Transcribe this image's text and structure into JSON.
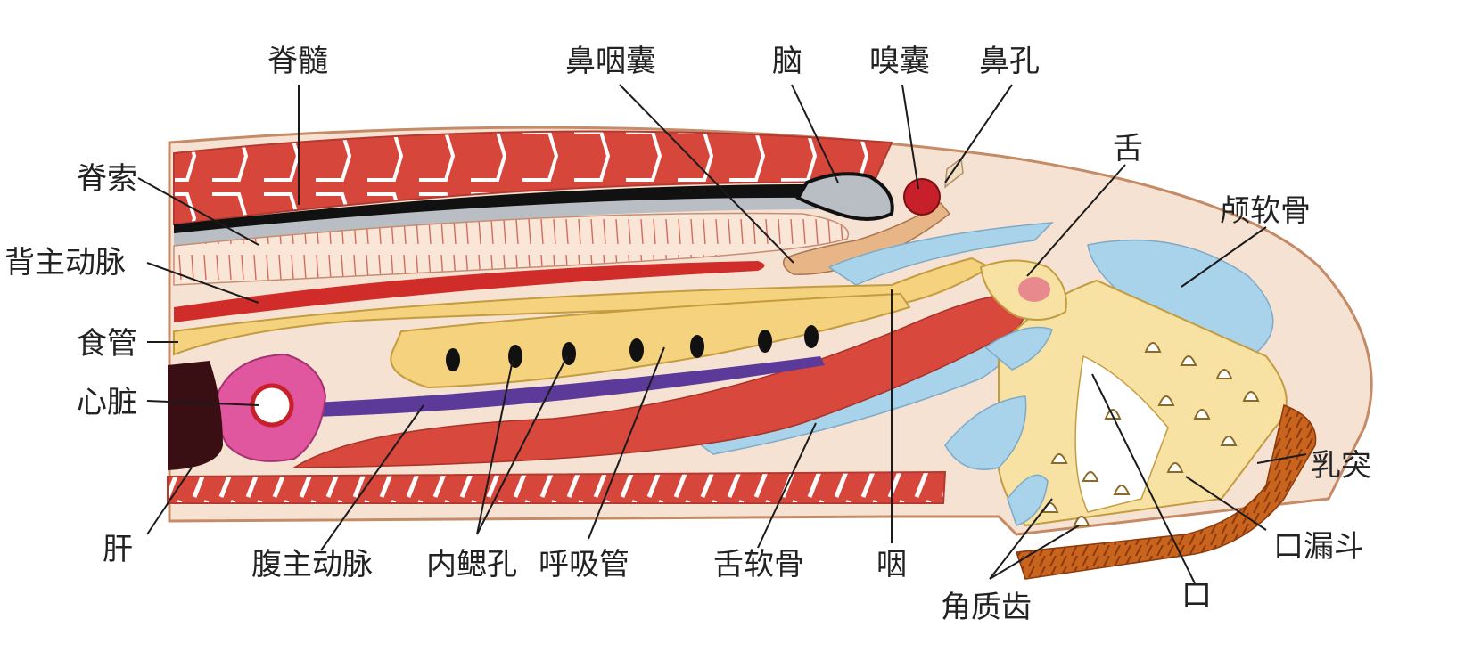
{
  "colors": {
    "muscle": "#d8483c",
    "skin": "#f7dcc6",
    "cartilage": "#a9d3ea",
    "pharynx": "#f4d27e",
    "artery": "#cf2c2a",
    "ventral_aorta": "#5b3a9a",
    "heart": "#e0579f",
    "liver": "#3a0f14",
    "nerve_cord": "#b9bec4",
    "teeth_zone": "#f7e1a3",
    "papillae": "#c8641e"
  },
  "labels": {
    "spinal_cord": "脊髓",
    "notochord": "脊索",
    "dorsal_aorta": "背主动脉",
    "esophagus": "食管",
    "heart": "心脏",
    "liver": "肝",
    "ventral_aorta": "腹主动脉",
    "internal_gill_pores": "内鳃孔",
    "respiratory_tube": "呼吸管",
    "tongue_cartilage": "舌软骨",
    "pharynx": "咽",
    "horny_teeth": "角质齿",
    "mouth": "口",
    "oral_funnel": "口漏斗",
    "papillae": "乳突",
    "cranial_cartilage": "颅软骨",
    "tongue": "舌",
    "nostril": "鼻孔",
    "olfactory_sac": "嗅囊",
    "brain": "脑",
    "nasopharyngeal_sac": "鼻咽囊"
  }
}
